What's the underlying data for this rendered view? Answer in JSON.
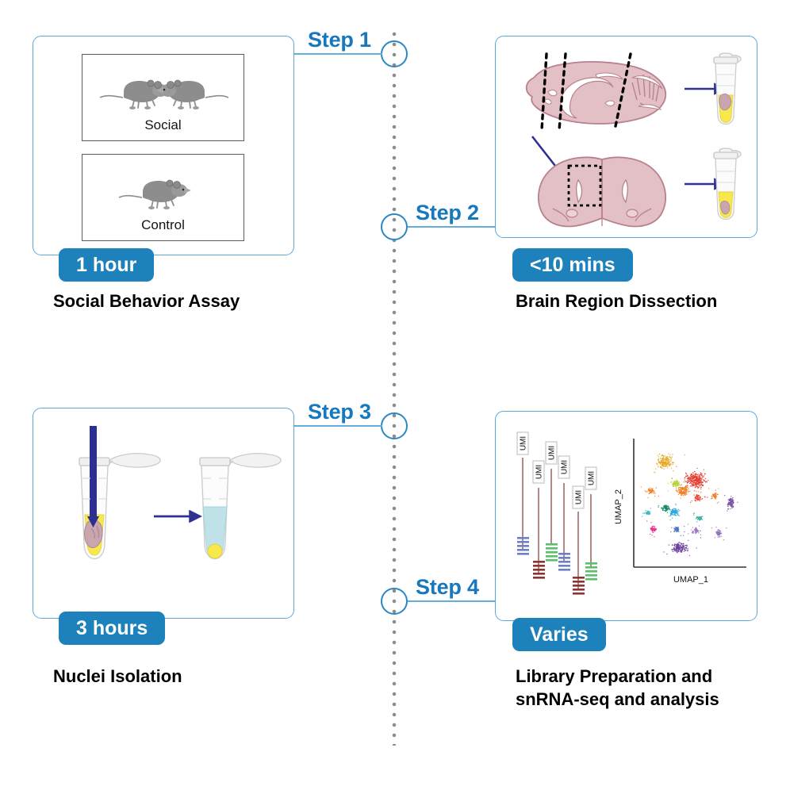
{
  "figure": {
    "title": "snRNA-seq experimental workflow",
    "accent_blue": "#1878bd",
    "pill_blue": "#1d81bb",
    "card_border": "#5aa9de",
    "timeline_dot": "#8c8c8c",
    "arrow_navy": "#2f3192",
    "brain_fill": "#e3bfc6",
    "tube_yellow": "#f7e84b",
    "tube_cyan": "#bfe2e8"
  },
  "timeline": {
    "node_count": 4,
    "orientation": "vertical-dotted"
  },
  "steps": [
    {
      "id": "step1",
      "step_label": "Step 1",
      "duration": "1 hour",
      "caption": "Social Behavior Assay",
      "arenas": [
        {
          "label": "Social",
          "mice": 2
        },
        {
          "label": "Control",
          "mice": 1
        }
      ]
    },
    {
      "id": "step2",
      "step_label": "Step 2",
      "duration": "<10 mins",
      "caption": "Brain Region Dissection",
      "panels": [
        "sagittal-brain-with-cut-lines",
        "coronal-section-with-roi",
        "collection-tube-top",
        "collection-tube-bottom"
      ]
    },
    {
      "id": "step3",
      "step_label": "Step 3",
      "duration": "3 hours",
      "caption": "Nuclei Isolation",
      "panels": [
        "tube-with-tissue-and-douncer",
        "tube-with-nuclei-suspension"
      ]
    },
    {
      "id": "step4",
      "step_label": "Step 4",
      "duration": "Varies",
      "caption": "Library Preparation and\nsnRNA-seq and analysis",
      "library": {
        "tag_label": "UMI",
        "tag_count": 6
      }
    }
  ],
  "chart_data": {
    "type": "scatter",
    "title": "",
    "xlabel": "UMAP_1",
    "ylabel": "UMAP_2",
    "grid": false,
    "legend": "none",
    "note": "snRNA-seq UMAP embedding: distinct colored cell-type clusters",
    "clusters": [
      {
        "name": "cluster-gold",
        "color": "#e8a723",
        "cx": 0.26,
        "cy": 0.84,
        "rx": 0.11,
        "ry": 0.085,
        "n": 900
      },
      {
        "name": "cluster-red",
        "color": "#e53a2c",
        "cx": 0.54,
        "cy": 0.69,
        "rx": 0.145,
        "ry": 0.095,
        "n": 1400
      },
      {
        "name": "cluster-yellowgreen",
        "color": "#b7d334",
        "cx": 0.36,
        "cy": 0.655,
        "rx": 0.06,
        "ry": 0.045,
        "n": 350
      },
      {
        "name": "cluster-orange",
        "color": "#f07c1b",
        "cx": 0.43,
        "cy": 0.6,
        "rx": 0.085,
        "ry": 0.065,
        "n": 700
      },
      {
        "name": "cluster-orange-left",
        "color": "#f07c1b",
        "cx": 0.13,
        "cy": 0.6,
        "rx": 0.055,
        "ry": 0.035,
        "n": 240
      },
      {
        "name": "cluster-orange-right",
        "color": "#ef7c22",
        "cx": 0.72,
        "cy": 0.555,
        "rx": 0.048,
        "ry": 0.038,
        "n": 220
      },
      {
        "name": "cluster-red-lower",
        "color": "#e8402e",
        "cx": 0.57,
        "cy": 0.545,
        "rx": 0.05,
        "ry": 0.04,
        "n": 260
      },
      {
        "name": "cluster-purple-right",
        "color": "#7b52a1",
        "cx": 0.87,
        "cy": 0.5,
        "rx": 0.05,
        "ry": 0.07,
        "n": 500
      },
      {
        "name": "cluster-teal",
        "color": "#15876a",
        "cx": 0.27,
        "cy": 0.455,
        "rx": 0.055,
        "ry": 0.04,
        "n": 320
      },
      {
        "name": "cluster-skyblue",
        "color": "#29a8df",
        "cx": 0.35,
        "cy": 0.425,
        "rx": 0.065,
        "ry": 0.045,
        "n": 480
      },
      {
        "name": "cluster-cyan-left",
        "color": "#3fb8c4",
        "cx": 0.1,
        "cy": 0.42,
        "rx": 0.035,
        "ry": 0.025,
        "n": 130
      },
      {
        "name": "cluster-teal-mid",
        "color": "#35b39a",
        "cx": 0.58,
        "cy": 0.375,
        "rx": 0.04,
        "ry": 0.03,
        "n": 180
      },
      {
        "name": "cluster-magenta",
        "color": "#ea2f8a",
        "cx": 0.15,
        "cy": 0.285,
        "rx": 0.05,
        "ry": 0.04,
        "n": 260
      },
      {
        "name": "cluster-blue",
        "color": "#4a6fc4",
        "cx": 0.37,
        "cy": 0.285,
        "rx": 0.045,
        "ry": 0.033,
        "n": 220
      },
      {
        "name": "cluster-lavender",
        "color": "#9a72bd",
        "cx": 0.55,
        "cy": 0.27,
        "rx": 0.055,
        "ry": 0.035,
        "n": 260
      },
      {
        "name": "cluster-violet-right",
        "color": "#8d6cb6",
        "cx": 0.76,
        "cy": 0.25,
        "rx": 0.045,
        "ry": 0.055,
        "n": 250
      },
      {
        "name": "cluster-deep-purple",
        "color": "#6d3f9c",
        "cx": 0.4,
        "cy": 0.13,
        "rx": 0.115,
        "ry": 0.06,
        "n": 900
      }
    ]
  }
}
